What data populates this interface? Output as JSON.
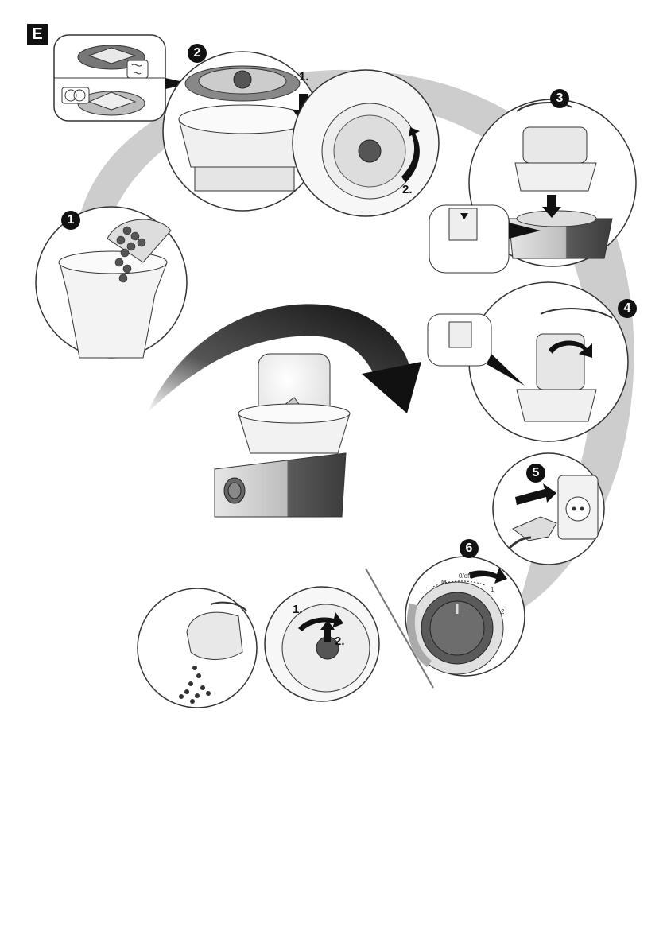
{
  "section_label": "E",
  "steps": [
    "1",
    "2",
    "3",
    "4",
    "5",
    "6"
  ],
  "substeps": {
    "step2_first": "1.",
    "step2_second": "2.",
    "removal_first": "1.",
    "removal_second": "2."
  },
  "dial": {
    "off_label": "0/off",
    "speed_1": "1",
    "speed_2": "2",
    "pulse_label": "M"
  },
  "colors": {
    "path_grey": "#c8c8c8",
    "arrow_dark": "#1a1a1a",
    "outline": "#333333",
    "body_grey": "#d9d9d9",
    "base_dark": "#4a4a4a",
    "glass": "#eeeeee"
  }
}
